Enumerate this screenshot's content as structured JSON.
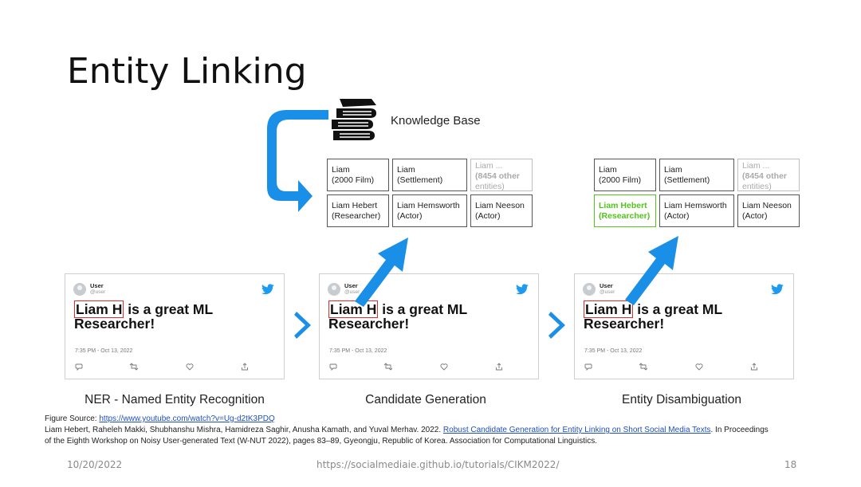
{
  "slide": {
    "title": "Entity Linking",
    "date": "10/20/2022",
    "url": "https://socialmediaie.github.io/tutorials/CIKM2022/",
    "page": "18"
  },
  "knowledge_base": {
    "label": "Knowledge Base",
    "icon": "books-stack-icon"
  },
  "candidates": {
    "row1": [
      {
        "line1": "Liam",
        "line2": "(2000 Film)"
      },
      {
        "line1": "Liam",
        "line2": "(Settlement)"
      },
      {
        "line1": "Liam ...",
        "line2": "(8454 other",
        "line3": "entities)"
      }
    ],
    "row2": [
      {
        "line1": "Liam Hebert",
        "line2": "(Researcher)"
      },
      {
        "line1": "Liam Hemsworth",
        "line2": "(Actor)"
      },
      {
        "line1": "Liam Neeson",
        "line2": "(Actor)"
      }
    ]
  },
  "tweet": {
    "user": "User",
    "handle": "@user",
    "mention": "Liam H",
    "text_rest": " is a great ML",
    "text_line2": "Researcher!",
    "time": "7:35 PM - Oct 13, 2022"
  },
  "steps": {
    "ner": "NER - Named Entity Recognition",
    "candidate": "Candidate Generation",
    "disambiguation": "Entity Disambiguation"
  },
  "footnote": {
    "source_prefix": "Figure Source: ",
    "source_link": "https://www.youtube.com/watch?v=Ug-d2tK3PDQ",
    "citation_authors": "Liam Hebert, Raheleh Makki, Shubhanshu Mishra, Hamidreza Saghir, Anusha Kamath, and Yuval Merhav. 2022. ",
    "citation_title": "Robust Candidate Generation for Entity Linking on Short Social Media Texts",
    "citation_rest": ". In Proceedings",
    "citation_line2": "of the Eighth Workshop on Noisy User-generated Text (W-NUT 2022), pages 83–89, Gyeongju, Republic of Korea. Association for Computational Linguistics."
  },
  "colors": {
    "arrow_blue": "#1a8fe8",
    "mention_red": "#e02c2c",
    "selected_green": "#52c41a",
    "twitter_blue": "#1d9bf0"
  }
}
